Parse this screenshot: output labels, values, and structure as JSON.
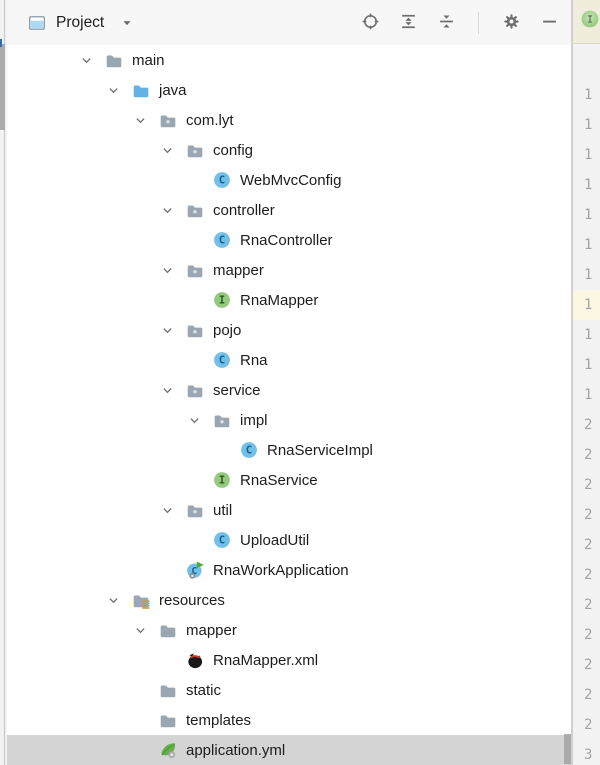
{
  "tool_window": {
    "title": "Project",
    "header": {
      "project_view_icon": "project-view-icon",
      "dropdown_icon": "chevron-down-icon",
      "buttons": [
        {
          "name": "locate-file-button",
          "icon": "locate-icon"
        },
        {
          "name": "expand-all-button",
          "icon": "expand-all-icon"
        },
        {
          "name": "collapse-all-button",
          "icon": "collapse-all-icon"
        },
        {
          "name": "settings-button",
          "icon": "gear-icon"
        },
        {
          "name": "hide-panel-button",
          "icon": "minimize-icon"
        }
      ]
    }
  },
  "tree": {
    "rows": [
      {
        "label": "main",
        "level": 2,
        "expanded": true,
        "icon": "folder"
      },
      {
        "label": "java",
        "level": 3,
        "expanded": true,
        "icon": "java-source-folder"
      },
      {
        "label": "com.lyt",
        "level": 4,
        "expanded": true,
        "icon": "package"
      },
      {
        "label": "config",
        "level": 5,
        "expanded": true,
        "icon": "package"
      },
      {
        "label": "WebMvcConfig",
        "level": 6,
        "expanded": false,
        "icon": "class"
      },
      {
        "label": "controller",
        "level": 5,
        "expanded": true,
        "icon": "package"
      },
      {
        "label": "RnaController",
        "level": 6,
        "expanded": false,
        "icon": "class"
      },
      {
        "label": "mapper",
        "level": 5,
        "expanded": true,
        "icon": "package"
      },
      {
        "label": "RnaMapper",
        "level": 6,
        "expanded": false,
        "icon": "interface"
      },
      {
        "label": "pojo",
        "level": 5,
        "expanded": true,
        "icon": "package"
      },
      {
        "label": "Rna",
        "level": 6,
        "expanded": false,
        "icon": "class"
      },
      {
        "label": "service",
        "level": 5,
        "expanded": true,
        "icon": "package"
      },
      {
        "label": "impl",
        "level": 6,
        "expanded": true,
        "icon": "package"
      },
      {
        "label": "RnaServiceImpl",
        "level": 7,
        "expanded": false,
        "icon": "class"
      },
      {
        "label": "RnaService",
        "level": 6,
        "expanded": false,
        "icon": "interface"
      },
      {
        "label": "util",
        "level": 5,
        "expanded": true,
        "icon": "package"
      },
      {
        "label": "UploadUtil",
        "level": 6,
        "expanded": false,
        "icon": "class"
      },
      {
        "label": "RnaWorkApplication",
        "level": 5,
        "expanded": false,
        "icon": "spring-boot-class"
      },
      {
        "label": "resources",
        "level": 3,
        "expanded": true,
        "icon": "resources-folder"
      },
      {
        "label": "mapper",
        "level": 4,
        "expanded": true,
        "icon": "folder"
      },
      {
        "label": "RnaMapper.xml",
        "level": 5,
        "expanded": false,
        "icon": "mybatis-file"
      },
      {
        "label": "static",
        "level": 4,
        "expanded": false,
        "icon": "folder"
      },
      {
        "label": "templates",
        "level": 4,
        "expanded": false,
        "icon": "folder"
      },
      {
        "label": "application.yml",
        "level": 4,
        "expanded": false,
        "icon": "spring-config-file",
        "selected": true
      }
    ]
  },
  "editor": {
    "tab_icon": "interface-tab-icon",
    "line_numbers": [
      "1",
      "1",
      "1",
      "1",
      "1",
      "1",
      "1",
      "1",
      "1",
      "1",
      "1",
      "2",
      "2",
      "2",
      "2",
      "2",
      "2",
      "2",
      "2",
      "2",
      "2",
      "2",
      "3"
    ],
    "current_line_index": 7
  },
  "colors": {
    "selection_bg": "#d4d4d4",
    "current_line_bg": "#fbf7e3",
    "java_source_blue": "#64b1e3",
    "class_blue": "#72bfe8",
    "interface_green": "#94ca7f",
    "folder_gray": "#9aa7b2",
    "resources_amber": "#d0973b",
    "spring_green": "#6aaf4e",
    "mybatis_red": "#c0392b",
    "toolbar_icon_gray": "#6e6e6e"
  }
}
